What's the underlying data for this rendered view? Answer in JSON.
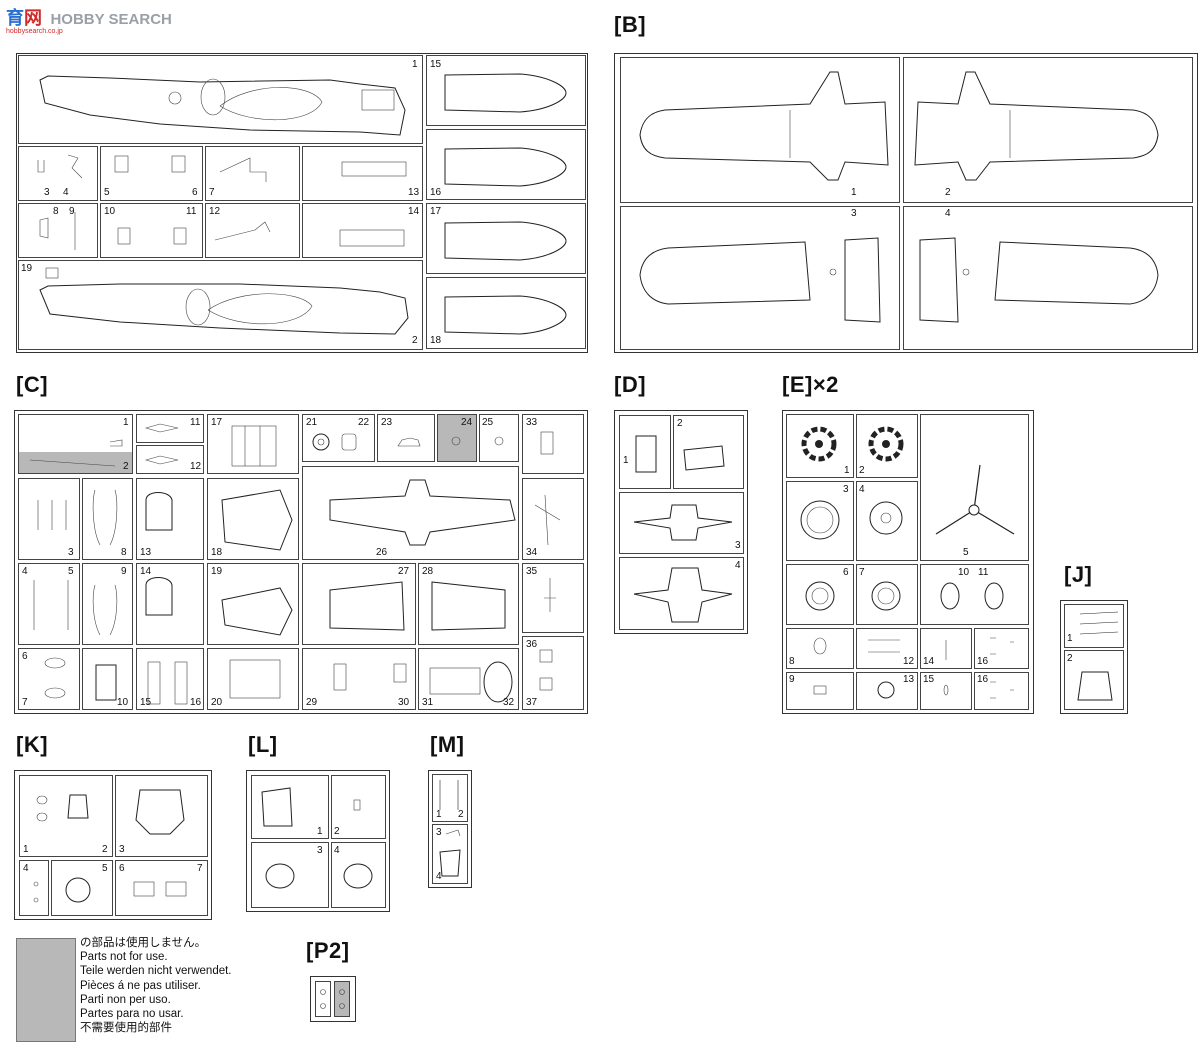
{
  "watermark": {
    "left": "育",
    "right": "网",
    "brand": "HOBBY SEARCH",
    "url": "hobbysearch.co.jp"
  },
  "sections": {
    "A": {
      "title": ""
    },
    "B": {
      "title": "[B]"
    },
    "C": {
      "title": "[C]"
    },
    "D": {
      "title": "[D]"
    },
    "E": {
      "title": "[E]×2"
    },
    "J": {
      "title": "[J]"
    },
    "K": {
      "title": "[K]"
    },
    "L": {
      "title": "[L]"
    },
    "M": {
      "title": "[M]"
    },
    "P2": {
      "title": "[P2]"
    }
  },
  "notes": {
    "lines": [
      "の部品は使用しません。",
      "Parts not for use.",
      "Teile werden nicht verwendet.",
      "Pièces á ne pas utiliser.",
      "Parti non per uso.",
      "Partes para no usar.",
      "不需要使用的部件"
    ],
    "swatch_color": "#b8b8b8"
  },
  "numbers": {
    "A": [
      "1",
      "15",
      "3",
      "4",
      "5",
      "6",
      "7",
      "13",
      "16",
      "8",
      "9",
      "10",
      "11",
      "12",
      "14",
      "17",
      "19",
      "2",
      "18"
    ],
    "B": [
      "1",
      "2",
      "3",
      "4"
    ],
    "C": [
      "1",
      "2",
      "11",
      "12",
      "17",
      "21",
      "22",
      "23",
      "24",
      "25",
      "33",
      "3",
      "8",
      "13",
      "18",
      "26",
      "34",
      "4",
      "5",
      "9",
      "14",
      "19",
      "27",
      "28",
      "35",
      "6",
      "7",
      "10",
      "15",
      "16",
      "20",
      "29",
      "30",
      "31",
      "32",
      "36",
      "37"
    ],
    "D": [
      "1",
      "2",
      "3",
      "4"
    ],
    "E": [
      "1",
      "2",
      "3",
      "4",
      "5",
      "6",
      "7",
      "10",
      "11",
      "8",
      "12",
      "14",
      "16",
      "9",
      "13",
      "15",
      "16"
    ],
    "J": [
      "1",
      "2"
    ],
    "K": [
      "1",
      "2",
      "3",
      "4",
      "5",
      "6",
      "7"
    ],
    "L": [
      "1",
      "2",
      "3",
      "4"
    ],
    "M": [
      "1",
      "2",
      "3",
      "4"
    ]
  }
}
